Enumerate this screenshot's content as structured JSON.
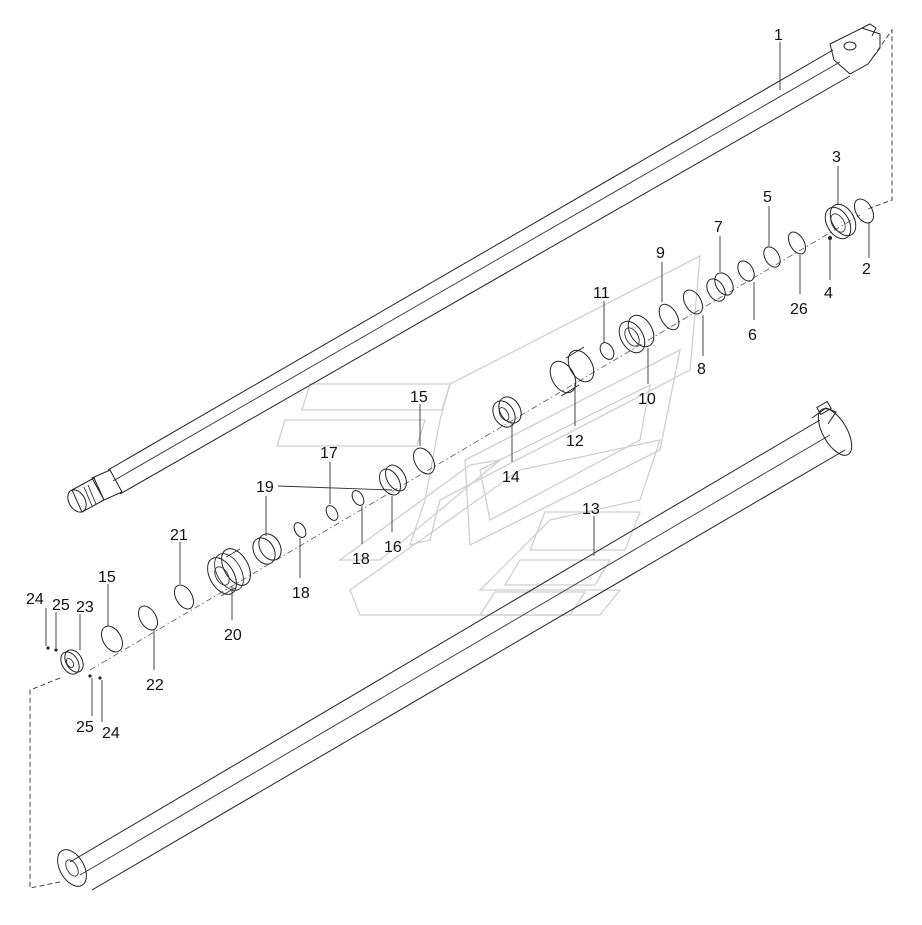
{
  "diagram": {
    "callouts": [
      {
        "id": "c1",
        "text": "1"
      },
      {
        "id": "c2",
        "text": "2"
      },
      {
        "id": "c3",
        "text": "3"
      },
      {
        "id": "c4",
        "text": "4"
      },
      {
        "id": "c5",
        "text": "5"
      },
      {
        "id": "c6",
        "text": "6"
      },
      {
        "id": "c7",
        "text": "7"
      },
      {
        "id": "c8",
        "text": "8"
      },
      {
        "id": "c9",
        "text": "9"
      },
      {
        "id": "c10",
        "text": "10"
      },
      {
        "id": "c11",
        "text": "11"
      },
      {
        "id": "c12",
        "text": "12"
      },
      {
        "id": "c13",
        "text": "13"
      },
      {
        "id": "c14",
        "text": "14"
      },
      {
        "id": "c15a",
        "text": "15"
      },
      {
        "id": "c15b",
        "text": "15"
      },
      {
        "id": "c16",
        "text": "16"
      },
      {
        "id": "c17",
        "text": "17"
      },
      {
        "id": "c18a",
        "text": "18"
      },
      {
        "id": "c18b",
        "text": "18"
      },
      {
        "id": "c19",
        "text": "19"
      },
      {
        "id": "c20",
        "text": "20"
      },
      {
        "id": "c21",
        "text": "21"
      },
      {
        "id": "c22",
        "text": "22"
      },
      {
        "id": "c23",
        "text": "23"
      },
      {
        "id": "c24a",
        "text": "24"
      },
      {
        "id": "c24b",
        "text": "24"
      },
      {
        "id": "c25a",
        "text": "25"
      },
      {
        "id": "c25b",
        "text": "25"
      },
      {
        "id": "c26",
        "text": "26"
      }
    ]
  }
}
